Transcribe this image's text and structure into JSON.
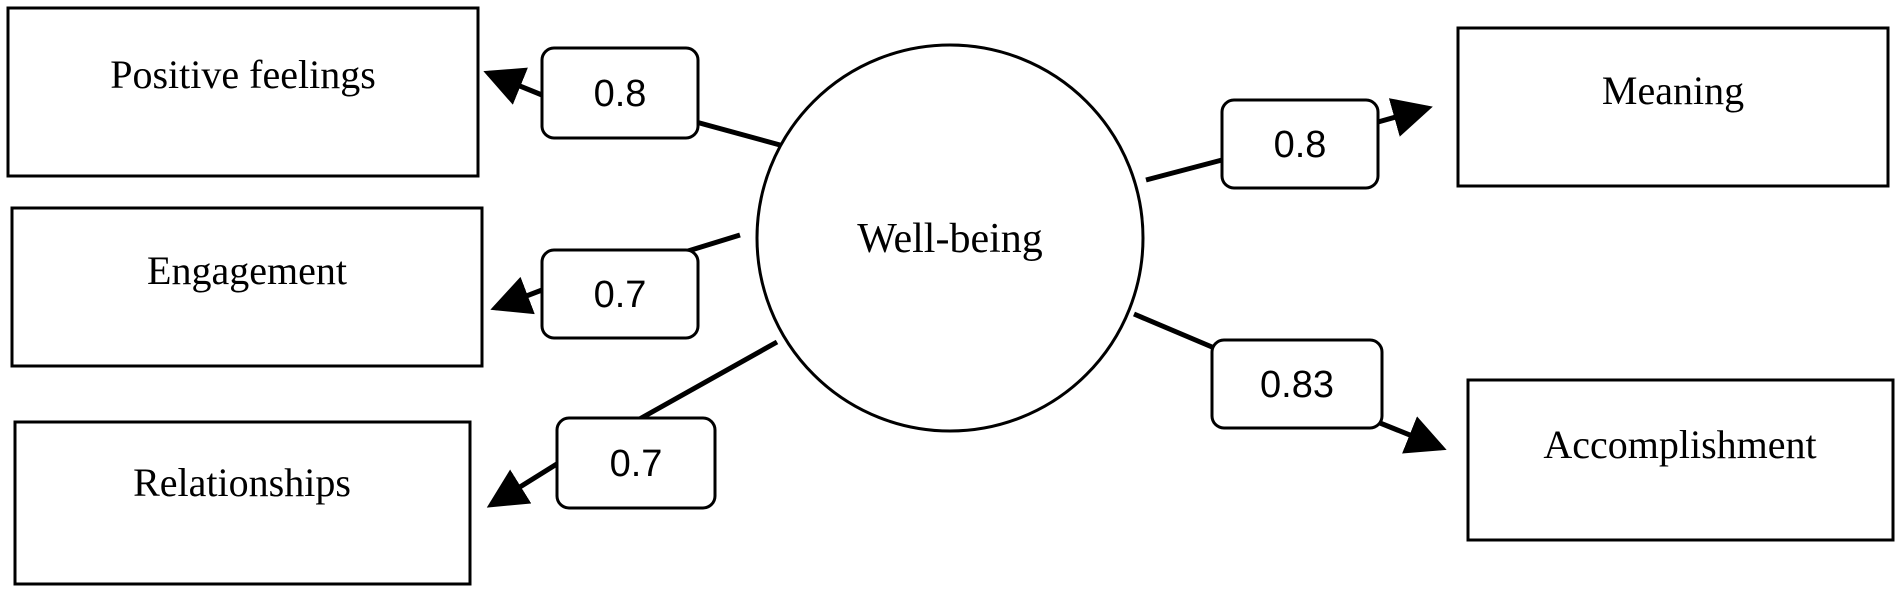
{
  "center": {
    "label": "Well-being"
  },
  "factors": [
    {
      "label": "Positive feelings",
      "loading": "0.8"
    },
    {
      "label": "Engagement",
      "loading": "0.7"
    },
    {
      "label": "Relationships",
      "loading": "0.7"
    },
    {
      "label": "Meaning",
      "loading": "0.8"
    },
    {
      "label": "Accomplishment",
      "loading": "0.83"
    }
  ],
  "colors": {
    "stroke": "#000000",
    "fill": "#ffffff"
  }
}
